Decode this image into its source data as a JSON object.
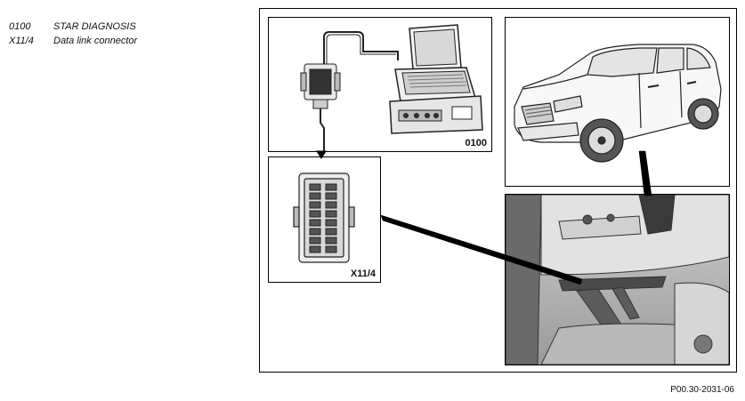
{
  "legend": [
    {
      "code": "0100",
      "description": "STAR DIAGNOSIS"
    },
    {
      "code": "X11/4",
      "description": "Data link connector"
    }
  ],
  "panels": {
    "diagnosis": {
      "label": "0100"
    },
    "connector": {
      "label": "X11/4"
    }
  },
  "reference_code": "P00.30-2031-06"
}
